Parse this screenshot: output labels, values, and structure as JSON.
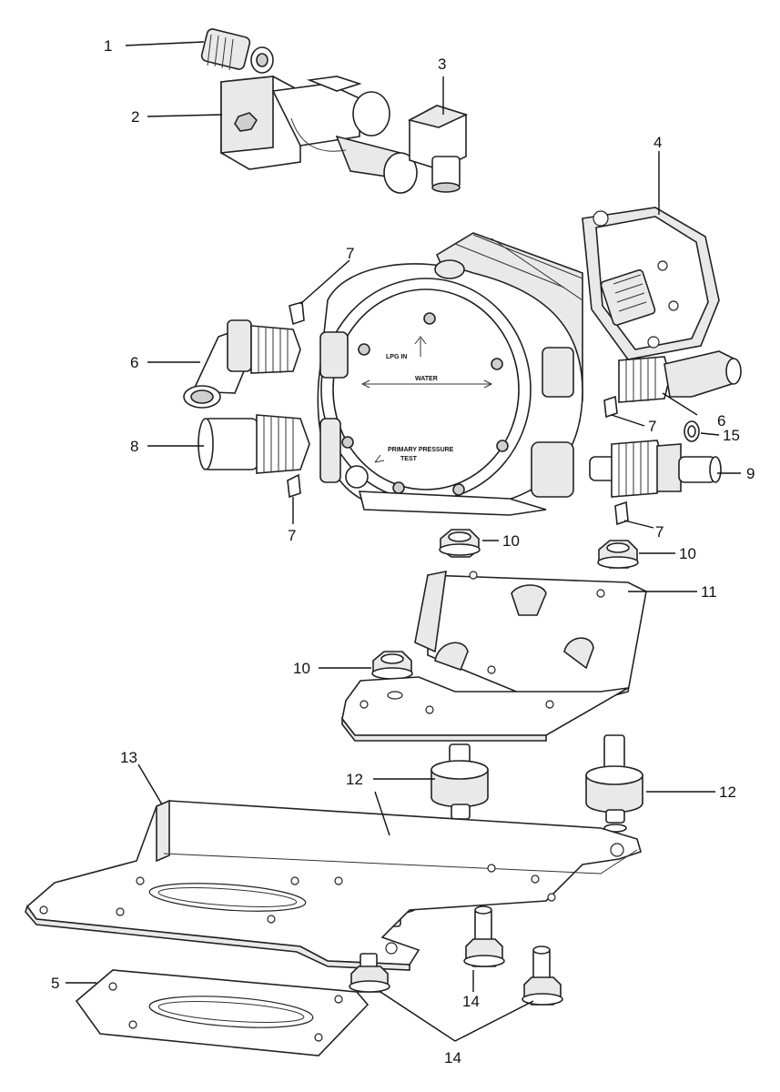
{
  "callouts": {
    "c1": "1",
    "c2": "2",
    "c3": "3",
    "c4": "4",
    "c5": "5",
    "c6a": "6",
    "c6b": "6",
    "c7a": "7",
    "c7b": "7",
    "c7c": "7",
    "c7d": "7",
    "c8": "8",
    "c9": "9",
    "c10a": "10",
    "c10b": "10",
    "c10c": "10",
    "c11": "11",
    "c12a": "12",
    "c12b": "12",
    "c13": "13",
    "c14a": "14",
    "c14b": "14",
    "c15": "15"
  },
  "regulator_labels": {
    "lpg_in": "LPG IN",
    "water": "WATER",
    "primary_pressure": "PRIMARY PRESSURE",
    "test": "TEST"
  }
}
